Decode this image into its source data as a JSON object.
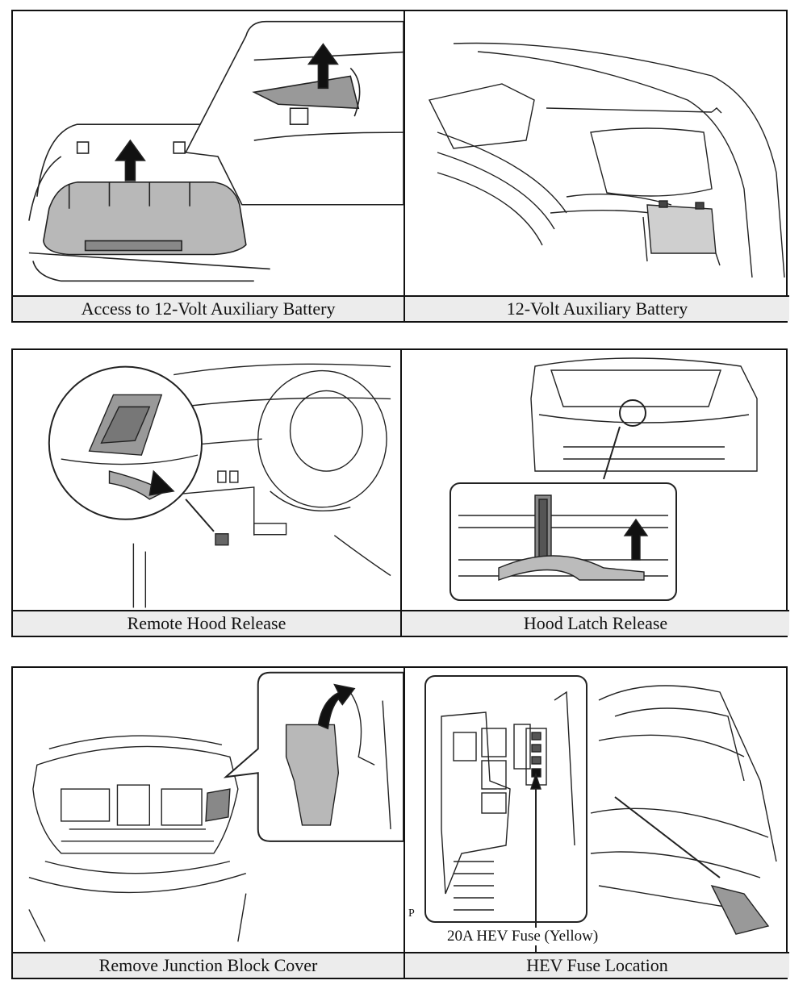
{
  "panels": [
    {
      "caption": "Access to 12-Volt Auxiliary Battery"
    },
    {
      "caption": "12-Volt Auxiliary Battery"
    },
    {
      "caption": "Remote Hood Release"
    },
    {
      "caption": "Hood Latch Release"
    },
    {
      "caption": "Remove Junction Block Cover"
    },
    {
      "caption": "HEV Fuse Location",
      "inline_label": "20A HEV Fuse (Yellow)",
      "corner_mark": "P"
    }
  ]
}
